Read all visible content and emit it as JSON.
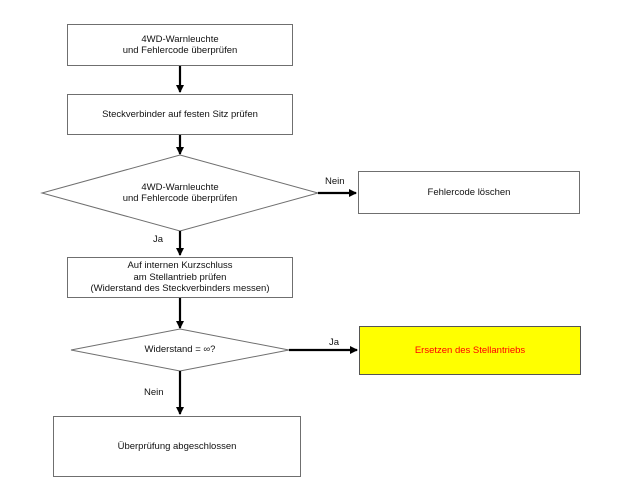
{
  "flowchart": {
    "step1": "4WD-Warnleuchte\nund Fehlercode überprüfen",
    "step2": "Steckverbinder auf festen Sitz prüfen",
    "decision1": "4WD-Warnleuchte\nund Fehlercode überprüfen",
    "decision1_no_label": "Nein",
    "decision1_no_action": "Fehlercode löschen",
    "decision1_yes_label": "Ja",
    "step3": "Auf internen Kurzschluss\nam Stellantrieb prüfen\n(Widerstand des Steckverbinders messen)",
    "decision2": "Widerstand = ∞?",
    "decision2_yes_label": "Ja",
    "decision2_yes_action": "Ersetzen des Stellantriebs",
    "decision2_no_label": "Nein",
    "final_step": "Überprüfung abgeschlossen"
  },
  "colors": {
    "highlight_fill": "#ffff00",
    "highlight_text": "#ff0000",
    "line": "#000000",
    "border": "#6f6f6f"
  }
}
